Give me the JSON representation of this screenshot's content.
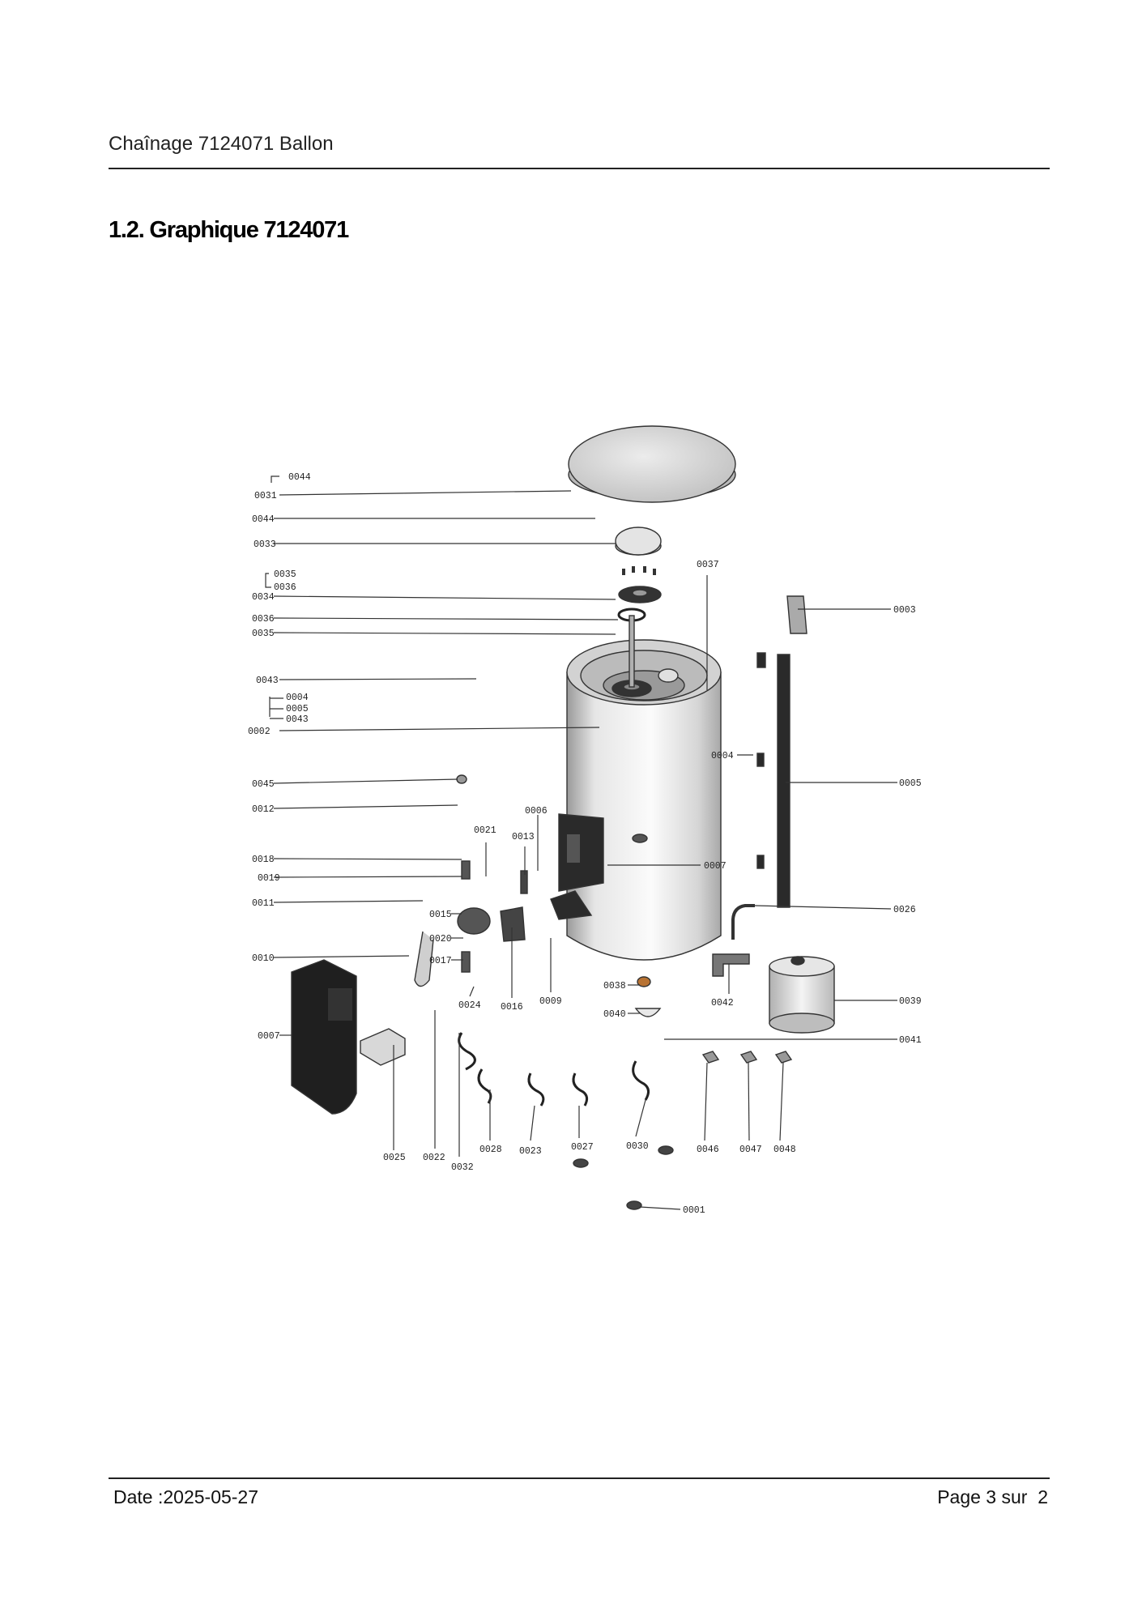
{
  "header": {
    "title": "Chaînage 7124071 Ballon"
  },
  "section": {
    "heading": "1.2. Graphique 7124071"
  },
  "diagram": {
    "labels": [
      "0044",
      "0031",
      "0044",
      "0033",
      "0035",
      "0036",
      "0034",
      "0036",
      "0035",
      "0037",
      "0003",
      "0043",
      "0004",
      "0005",
      "0043",
      "0002",
      "0004",
      "0005",
      "0045",
      "0012",
      "0006",
      "0021",
      "0013",
      "0018",
      "0007",
      "0019",
      "0011",
      "0015",
      "0026",
      "0020",
      "0017",
      "0010",
      "0024",
      "0016",
      "0009",
      "0038",
      "0042",
      "0039",
      "0040",
      "0041",
      "0007",
      "0025",
      "0022",
      "0028",
      "0023",
      "0027",
      "0030",
      "0046",
      "0047",
      "0048",
      "0032",
      "0001"
    ]
  },
  "footer": {
    "date": "Date :2025-05-27",
    "page": "Page 3 sur  2"
  }
}
